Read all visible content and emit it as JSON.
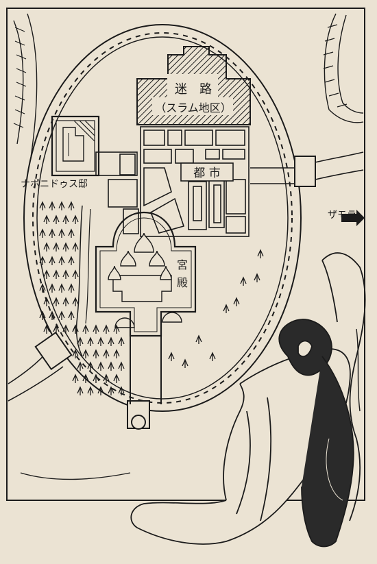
{
  "labels": {
    "maze": "迷　路",
    "slum": "（スラム地区）",
    "city": "都 市",
    "napo_mansion": "ナポニドゥス邸",
    "palace_1": "宮",
    "palace_2": "殿",
    "zamora": "ザモラ"
  },
  "colors": {
    "paper": "#ebe3d3",
    "ink": "#1b1b1b"
  },
  "icons": [
    "arrow-right-icon",
    "tree-icon",
    "hatch-icon",
    "dome-icon"
  ]
}
